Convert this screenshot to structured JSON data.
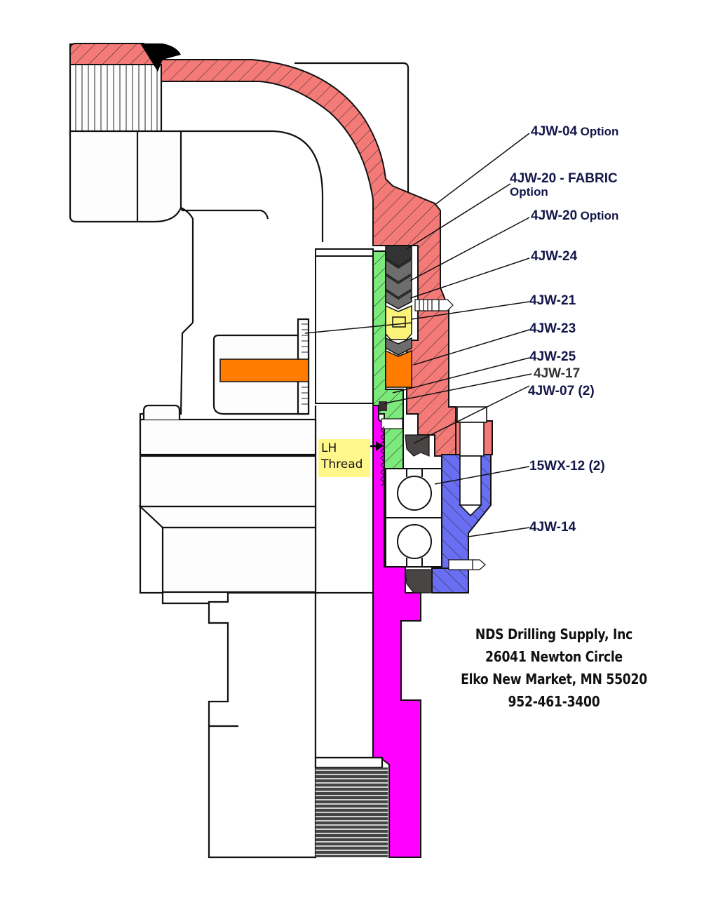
{
  "labels": {
    "p04": {
      "code": "4JW-04",
      "suffix": "Option"
    },
    "p20f": {
      "code": "4JW-20 - FABRIC",
      "suffix": "Option"
    },
    "p20": {
      "code": "4JW-20",
      "suffix": "Option"
    },
    "p24": {
      "code": "4JW-24"
    },
    "p21": {
      "code": "4JW-21"
    },
    "p23": {
      "code": "4JW-23"
    },
    "p25": {
      "code": "4JW-25"
    },
    "p17": {
      "code": "4JW-17"
    },
    "p07": {
      "code": "4JW-07 (2)"
    },
    "p15wx": {
      "code": "15WX-12 (2)"
    },
    "p14": {
      "code": "4JW-14"
    }
  },
  "annotation": {
    "line1": "LH",
    "line2": "Thread"
  },
  "company": {
    "name": "NDS Drilling Supply, Inc",
    "street": "26041 Newton Circle",
    "city": "Elko New Market, MN 55020",
    "phone": "952-461-3400"
  },
  "colors": {
    "housing": "#f47a78",
    "packing_nut": "#7bea7b",
    "spindle": "#ff00ff",
    "bearing_cap": "#6a6ef2",
    "lantern_ring": "#fbf27a",
    "packing": "#6d6d6d",
    "packing_top": "#333333",
    "bushing": "#ff7c00",
    "seal": "#4a4545",
    "label_text": "#14164a",
    "note_bg": "#fff78a"
  }
}
